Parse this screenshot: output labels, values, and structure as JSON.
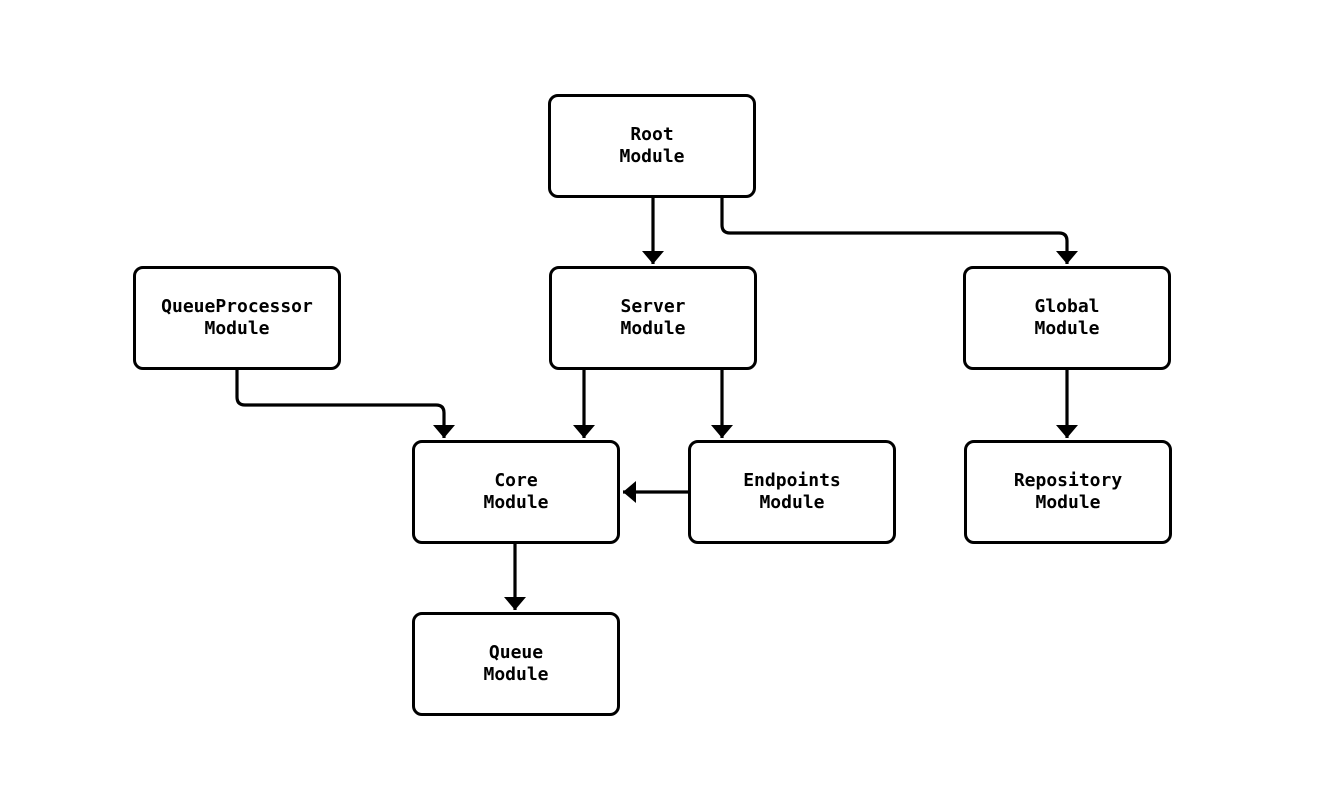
{
  "diagram": {
    "type": "module-dependency-diagram",
    "background_color": "#ffffff",
    "node_fill_color": "#ffffff",
    "node_border_color": "#000000",
    "edge_color": "#000000",
    "text_color": "#000000",
    "nodes": [
      {
        "id": "root",
        "label": "Root\nModule"
      },
      {
        "id": "queueprocessor",
        "label": "QueueProcessor\nModule"
      },
      {
        "id": "server",
        "label": "Server\nModule"
      },
      {
        "id": "global",
        "label": "Global\nModule"
      },
      {
        "id": "core",
        "label": "Core\nModule"
      },
      {
        "id": "endpoints",
        "label": "Endpoints\nModule"
      },
      {
        "id": "repository",
        "label": "Repository\nModule"
      },
      {
        "id": "queue",
        "label": "Queue\nModule"
      }
    ],
    "edges": [
      {
        "from": "Root Module",
        "to": "Server Module"
      },
      {
        "from": "Root Module",
        "to": "Global Module"
      },
      {
        "from": "QueueProcessor Module",
        "to": "Core Module"
      },
      {
        "from": "Server Module",
        "to": "Core Module"
      },
      {
        "from": "Server Module",
        "to": "Endpoints Module"
      },
      {
        "from": "Endpoints Module",
        "to": "Core Module"
      },
      {
        "from": "Global Module",
        "to": "Repository Module"
      },
      {
        "from": "Core Module",
        "to": "Queue Module"
      }
    ]
  }
}
